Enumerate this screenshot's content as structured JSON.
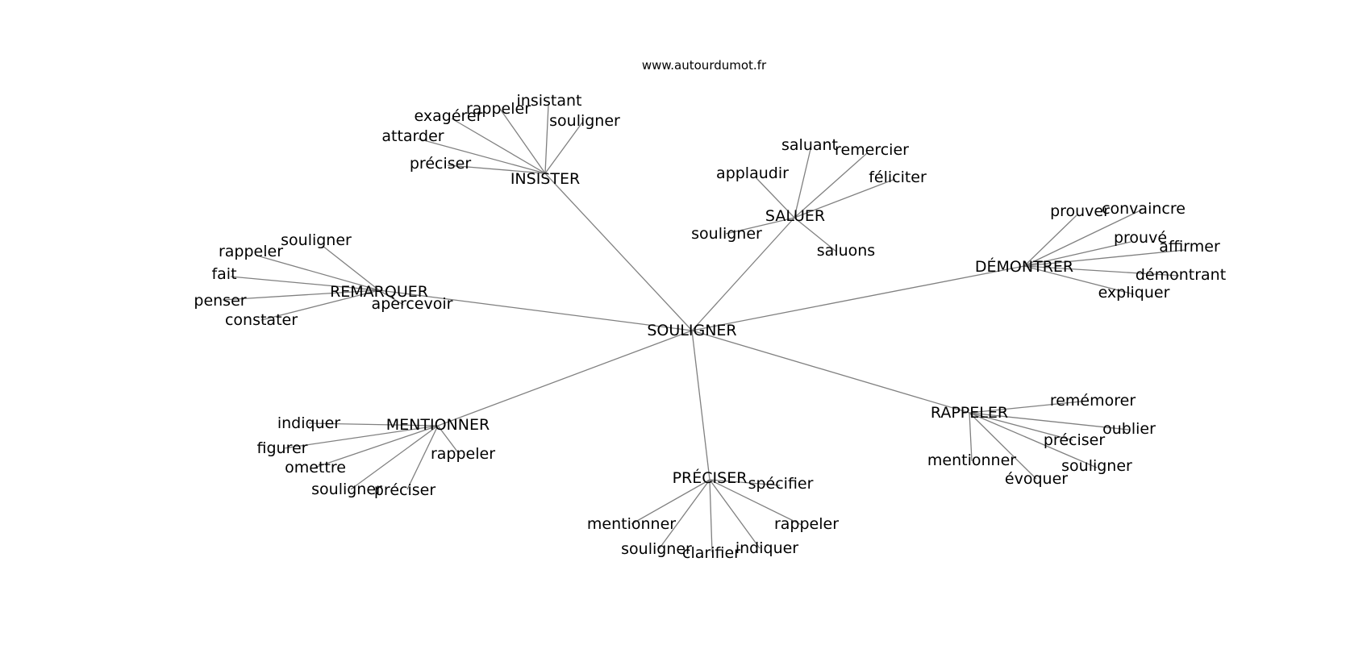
{
  "site": "www.autourdumot.fr",
  "colors": {
    "edge": "#808080",
    "text": "#000000",
    "background": "#ffffff"
  },
  "center": {
    "id": "souligner",
    "label": "SOULIGNER"
  },
  "groups": [
    {
      "id": "insister",
      "label": "INSISTER",
      "leaves": [
        {
          "id": "insister-exagerer",
          "label": "exagérer"
        },
        {
          "id": "insister-rappeler",
          "label": "rappeler"
        },
        {
          "id": "insister-insistant",
          "label": "insistant"
        },
        {
          "id": "insister-souligner",
          "label": "souligner"
        },
        {
          "id": "insister-attarder",
          "label": "attarder"
        },
        {
          "id": "insister-preciser",
          "label": "préciser"
        }
      ]
    },
    {
      "id": "saluer",
      "label": "SALUER",
      "leaves": [
        {
          "id": "saluer-saluant",
          "label": "saluant"
        },
        {
          "id": "saluer-remercier",
          "label": "remercier"
        },
        {
          "id": "saluer-applaudir",
          "label": "applaudir"
        },
        {
          "id": "saluer-feliciter",
          "label": "féliciter"
        },
        {
          "id": "saluer-souligner",
          "label": "souligner"
        },
        {
          "id": "saluer-saluons",
          "label": "saluons"
        }
      ]
    },
    {
      "id": "demontrer",
      "label": "DÉMONTRER",
      "leaves": [
        {
          "id": "demontrer-prouver",
          "label": "prouver"
        },
        {
          "id": "demontrer-convaincre",
          "label": "convaincre"
        },
        {
          "id": "demontrer-prouve",
          "label": "prouvé"
        },
        {
          "id": "demontrer-affirmer",
          "label": "affirmer"
        },
        {
          "id": "demontrer-demontrant",
          "label": "démontrant"
        },
        {
          "id": "demontrer-expliquer",
          "label": "expliquer"
        }
      ]
    },
    {
      "id": "remarquer",
      "label": "REMARQUER",
      "leaves": [
        {
          "id": "remarquer-souligner",
          "label": "souligner"
        },
        {
          "id": "remarquer-rappeler",
          "label": "rappeler"
        },
        {
          "id": "remarquer-fait",
          "label": "fait"
        },
        {
          "id": "remarquer-penser",
          "label": "penser"
        },
        {
          "id": "remarquer-constater",
          "label": "constater"
        },
        {
          "id": "remarquer-apercevoir",
          "label": "apercevoir"
        }
      ]
    },
    {
      "id": "mentionner",
      "label": "MENTIONNER",
      "leaves": [
        {
          "id": "mentionner-indiquer",
          "label": "indiquer"
        },
        {
          "id": "mentionner-figurer",
          "label": "figurer"
        },
        {
          "id": "mentionner-omettre",
          "label": "omettre"
        },
        {
          "id": "mentionner-souligner",
          "label": "souligner"
        },
        {
          "id": "mentionner-preciser",
          "label": "préciser"
        },
        {
          "id": "mentionner-rappeler",
          "label": "rappeler"
        }
      ]
    },
    {
      "id": "preciser",
      "label": "PRÉCISER",
      "leaves": [
        {
          "id": "preciser-specifier",
          "label": "spécifier"
        },
        {
          "id": "preciser-mentionner",
          "label": "mentionner"
        },
        {
          "id": "preciser-souligner",
          "label": "souligner"
        },
        {
          "id": "preciser-clarifier",
          "label": "clarifier"
        },
        {
          "id": "preciser-indiquer",
          "label": "indiquer"
        },
        {
          "id": "preciser-rappeler",
          "label": "rappeler"
        }
      ]
    },
    {
      "id": "rappeler",
      "label": "RAPPELER",
      "leaves": [
        {
          "id": "rappeler-rememorer",
          "label": "remémorer"
        },
        {
          "id": "rappeler-oublier",
          "label": "oublier"
        },
        {
          "id": "rappeler-preciser",
          "label": "préciser"
        },
        {
          "id": "rappeler-souligner",
          "label": "souligner"
        },
        {
          "id": "rappeler-mentionner",
          "label": "mentionner"
        },
        {
          "id": "rappeler-evoquer",
          "label": "évoquer"
        }
      ]
    }
  ]
}
